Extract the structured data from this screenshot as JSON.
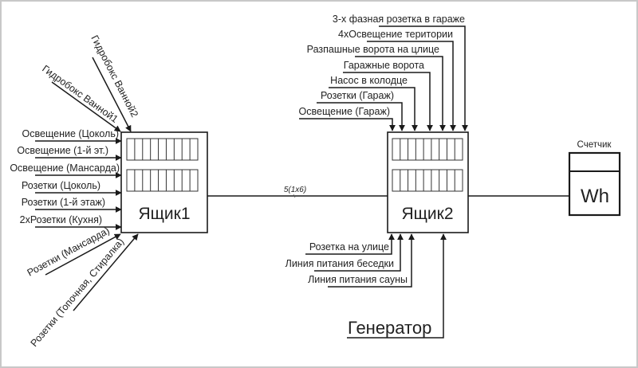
{
  "diagram": {
    "box1": {
      "label": "Ящик1",
      "inputs_left": [
        "Освещение (Цоколь)",
        "Освещение (1-й эт.)",
        "Освещение (Мансарда)",
        "Розетки (Цоколь)",
        "Розетки (1-й этаж)",
        "2хРозетки (Кухня)"
      ],
      "inputs_top_diagonal": [
        "Гидробокс Ванной1",
        "Гидробокс Ванной2"
      ],
      "inputs_bottom_diagonal": [
        "Розетки (Мансарда)",
        "Розетки (Топочная, Стиралка)"
      ]
    },
    "link_box1_box2": {
      "label": "5(1х6)"
    },
    "box2": {
      "label": "Ящик2",
      "inputs_top": [
        "3-х фазная розетка в гараже",
        "4хОсвещение територии",
        "Разпашные ворота на цлице",
        "Гаражные ворота",
        "Насос в колодце",
        "Розетки (Гараж)",
        "Освещение (Гараж)"
      ],
      "inputs_bottom": [
        "Розетка на улице",
        "Линия питания беседки",
        "Линия питания сауны"
      ],
      "generator": "Генератор"
    },
    "meter": {
      "title": "Счетчик",
      "unit": "Wh"
    },
    "breaker_cells_per_row": 9
  }
}
